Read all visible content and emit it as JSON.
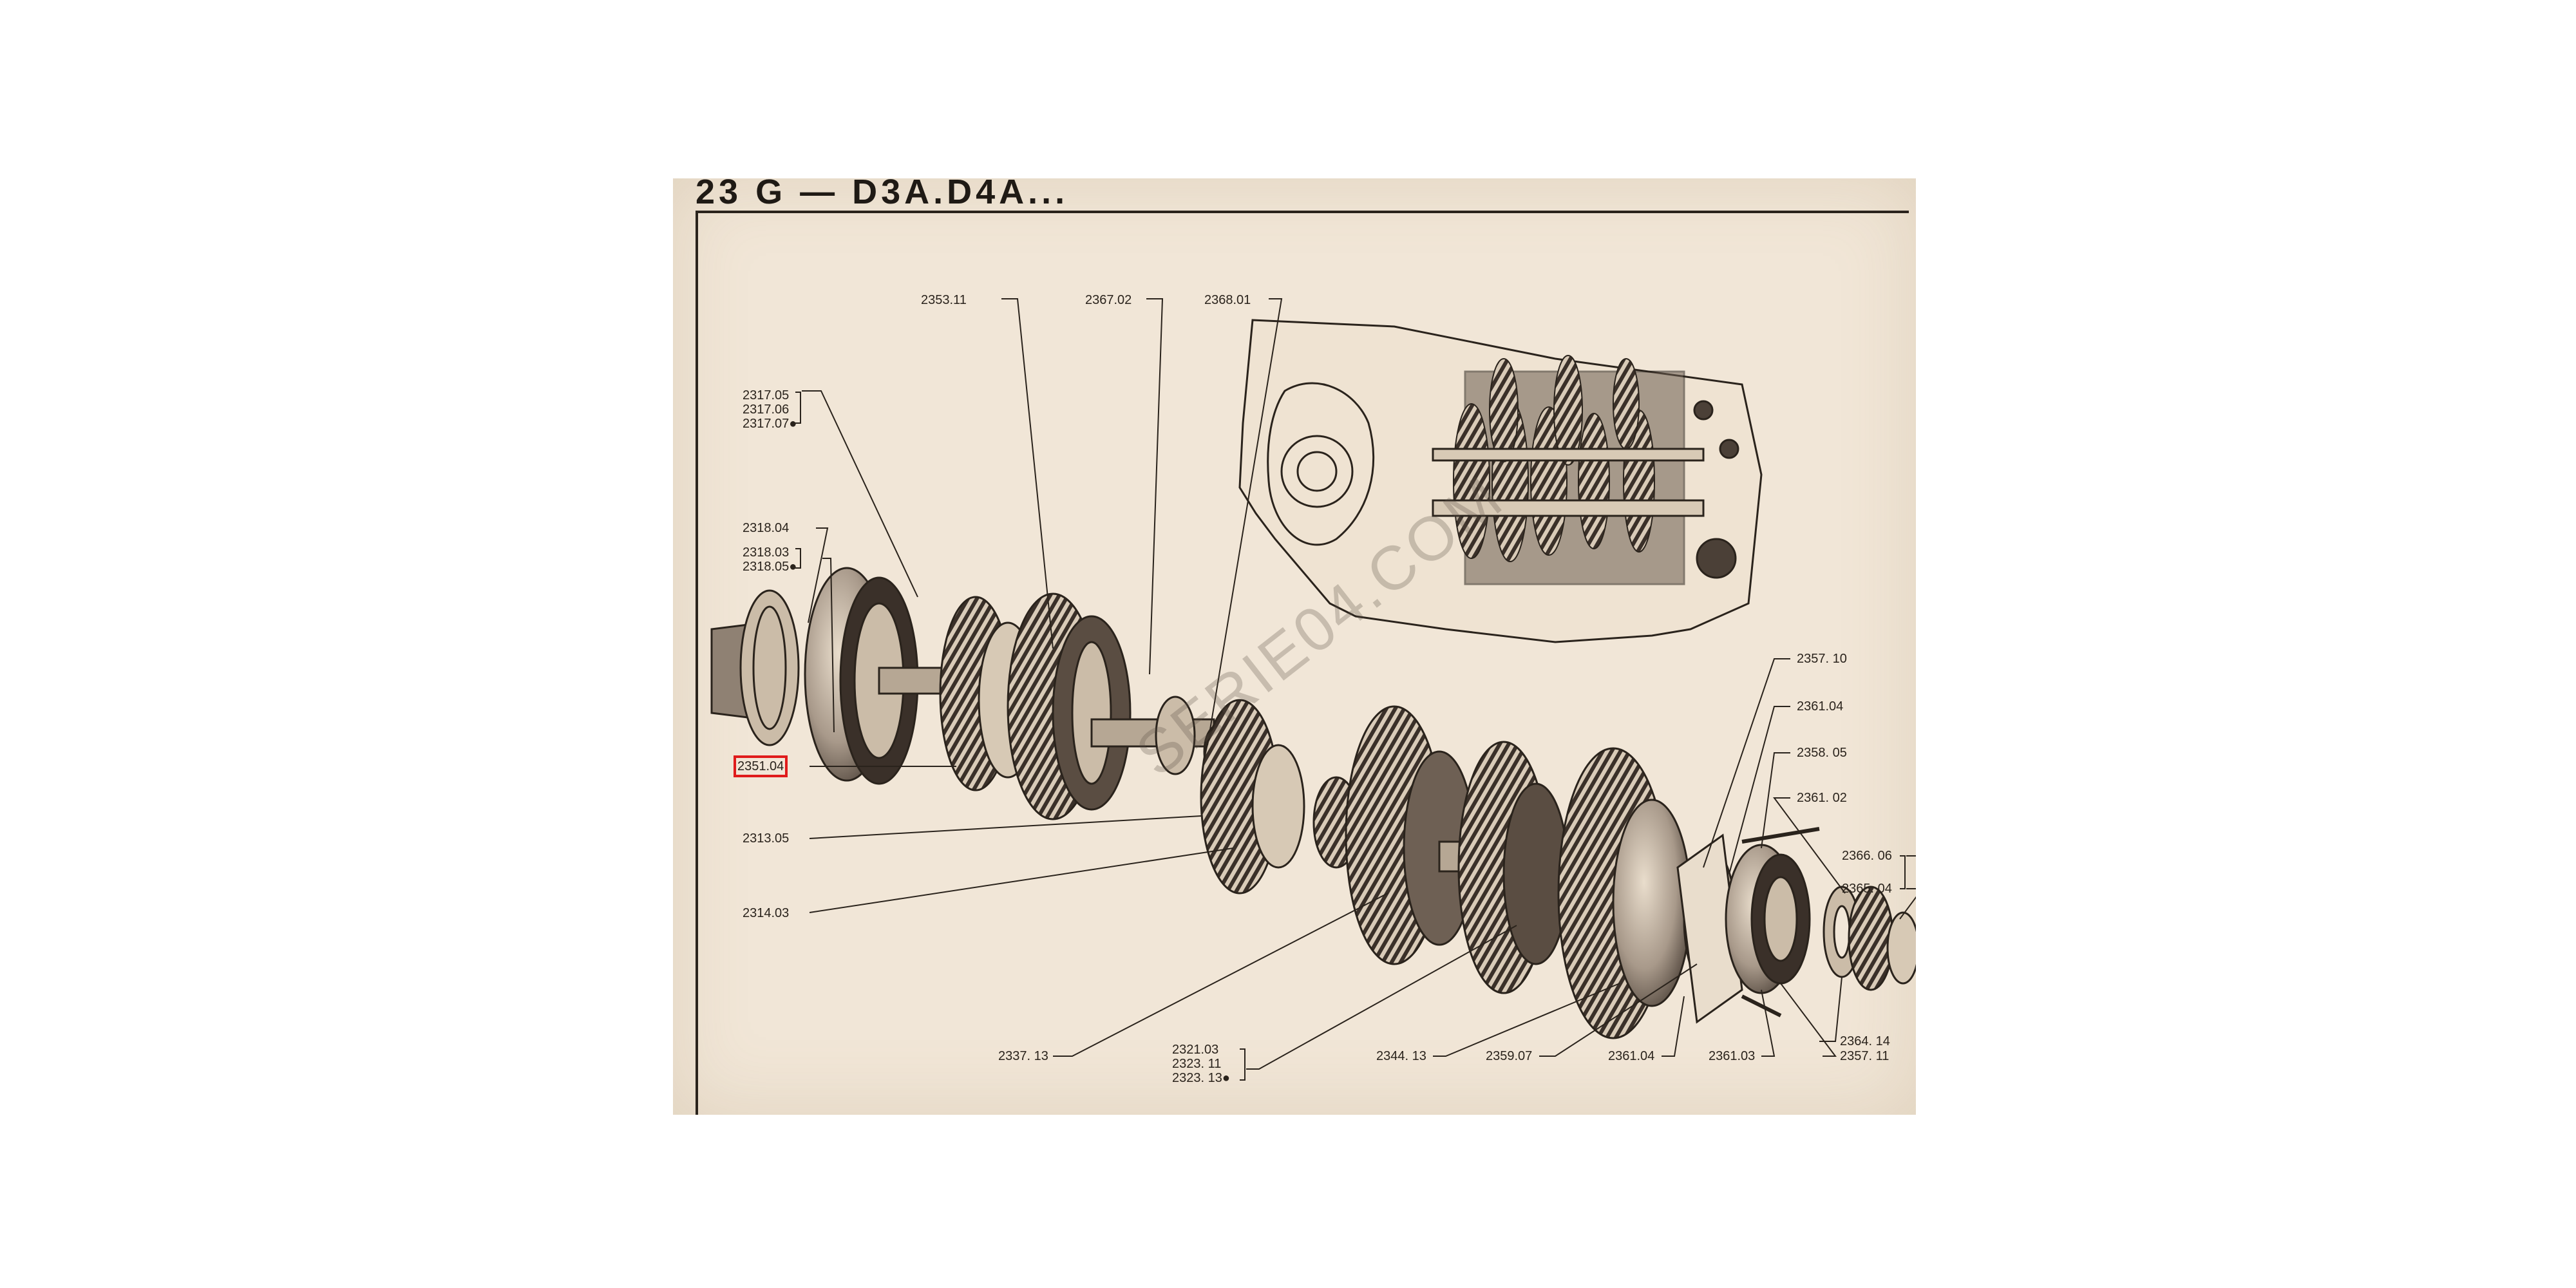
{
  "page": {
    "header": "23 G — D3A.D4A...",
    "watermark": "SERIE04.COM",
    "highlighted_part": "2351.04"
  },
  "labels": [
    {
      "id": "p2353-11",
      "text": "2353.11"
    },
    {
      "id": "p2367-02",
      "text": "2367.02"
    },
    {
      "id": "p2368-01",
      "text": "2368.01"
    },
    {
      "id": "p2317-05",
      "text": "2317.05"
    },
    {
      "id": "p2317-06",
      "text": "2317.06"
    },
    {
      "id": "p2317-07",
      "text": "2317.07●"
    },
    {
      "id": "p2318-04",
      "text": "2318.04"
    },
    {
      "id": "p2318-03",
      "text": "2318.03"
    },
    {
      "id": "p2318-05",
      "text": "2318.05●"
    },
    {
      "id": "p2351-04",
      "text": "2351.04"
    },
    {
      "id": "p2313-05",
      "text": "2313.05"
    },
    {
      "id": "p2314-03",
      "text": "2314.03"
    },
    {
      "id": "p2337-13",
      "text": "2337. 13"
    },
    {
      "id": "p2321-03",
      "text": "2321.03"
    },
    {
      "id": "p2323-11",
      "text": "2323. 11"
    },
    {
      "id": "p2323-13",
      "text": "2323. 13●"
    },
    {
      "id": "p2344-13",
      "text": "2344. 13"
    },
    {
      "id": "p2359-07",
      "text": "2359.07"
    },
    {
      "id": "p2361-04b",
      "text": "2361.04"
    },
    {
      "id": "p2361-03",
      "text": "2361.03"
    },
    {
      "id": "p2357-11",
      "text": "2357. 11"
    },
    {
      "id": "p2364-14",
      "text": "2364. 14"
    },
    {
      "id": "p2357-10",
      "text": "2357. 10"
    },
    {
      "id": "p2361-04a",
      "text": "2361.04"
    },
    {
      "id": "p2358-05",
      "text": "2358. 05"
    },
    {
      "id": "p2361-02",
      "text": "2361. 02"
    },
    {
      "id": "p2366-06",
      "text": "2366. 06"
    },
    {
      "id": "p2365-04",
      "text": "2365. 04"
    }
  ]
}
